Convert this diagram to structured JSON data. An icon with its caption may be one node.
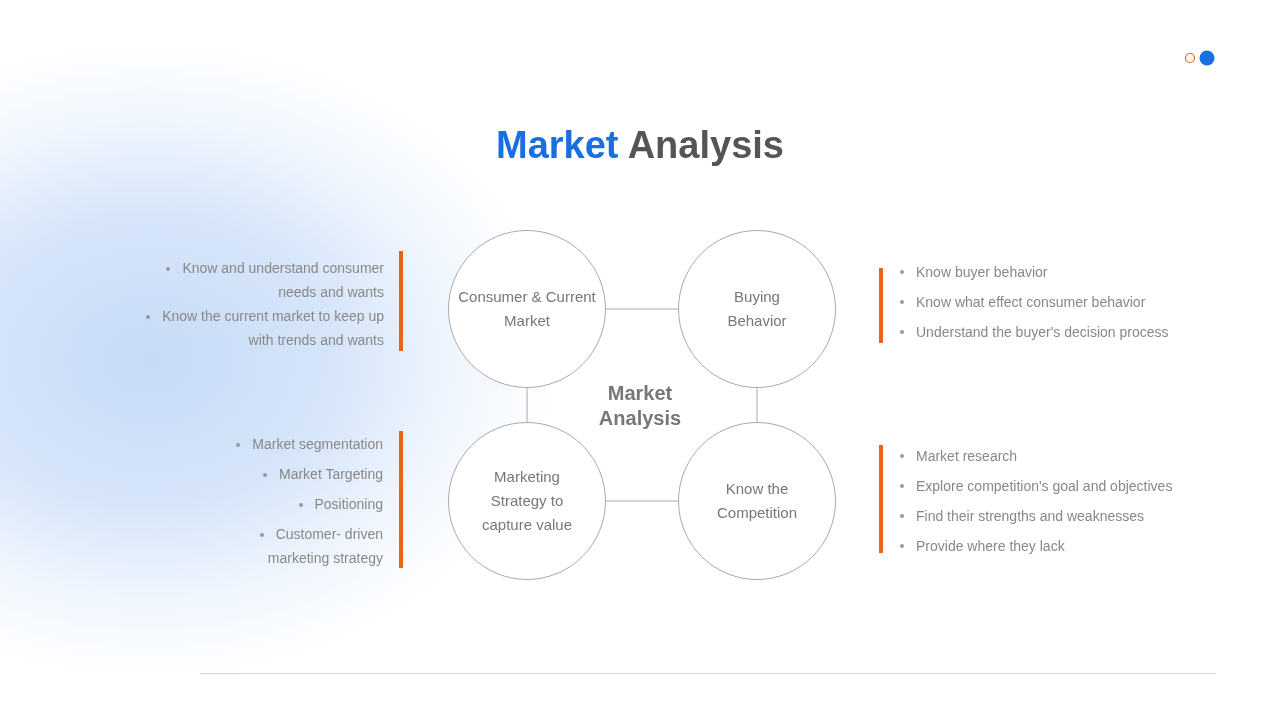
{
  "diagram": {
    "title": "Market Analysis",
    "nodes": [
      {
        "text": [
          "Consumer & Current Market"
        ]
      },
      {
        "text": [
          "Buying Behavior"
        ]
      },
      {
        "text": [
          "Marketing Strategy to capture value"
        ]
      },
      {
        "text": [
          "Know the Competition"
        ]
      }
    ],
    "edges": [
      {
        "from": 0,
        "to": 1,
        "arrow": "none"
      },
      {
        "from": 0,
        "to": 2,
        "arrow": "none"
      },
      {
        "from": 1,
        "to": 3,
        "arrow": "none"
      },
      {
        "from": 2,
        "to": 3,
        "arrow": "none"
      }
    ],
    "labels": [
      "Know and understand consumer needs and wants",
      "Know the current market to keep up with trends and wants",
      "Know buyer behavior",
      "Know what effect consumer behavior",
      "Understand the buyer's decision process",
      "Market Analysis",
      "Market segmentation",
      "Market Targeting",
      "Positioning",
      "Customer- driven marketing strategy",
      "Market research",
      "Explore competition's goal and objectives",
      "Find their strengths and weaknesses",
      "Provide where they lack"
    ]
  }
}
